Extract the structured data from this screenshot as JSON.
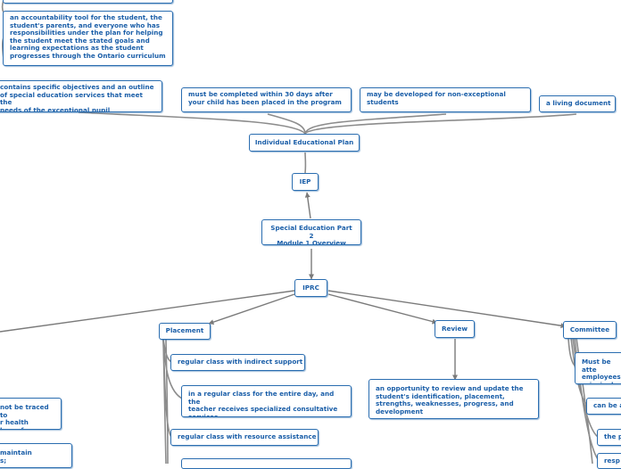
{
  "colors": {
    "node_border": "#2a6db0",
    "node_text": "#1a5ea8",
    "connector": "#8c8c8c",
    "arrow": "#7a7a7a"
  },
  "nodes": {
    "root": "Special Education Part 2\nModule 1 Overview",
    "iep": "IEP",
    "iep_full": "Individual Educational Plan",
    "iprc": "IPRC",
    "placement": "Placement",
    "review": "Review",
    "committee": "Committee",
    "plan_top_cut": "",
    "accountability": "an accountability tool for the student, the\nstudent's parents, and everyone who has\nresponsibilities under the plan for helping\nthe student meet the stated goals and\nlearning expectations as the student\nprogresses through the Ontario curriculum",
    "contains": "contains specific objectives and an outline\nof special education services that meet the\nneeds of the exceptional pupil",
    "within_30": "must be completed within 30 days after\nyour child has been placed in the program",
    "non_exceptional": "may be developed for non-exceptional\nstudents",
    "living": "a living document",
    "indirect": "regular class with indirect support",
    "consultative": "in a regular class for the entire day, and the\nteacher receives specialized consultative\nservices",
    "resource": "regular class with resource assistance",
    "review_desc": "an opportunity to review and update the\nstudent's identification, placement,\nstrengths, weaknesses, progress, and\ndevelopment",
    "committee_attended": "Must be atte\nemployees, \nprincipal or",
    "can_be": "can be a",
    "the_p": "the p",
    "resp": "resp",
    "health_cut": "not be traced to\nr health\nhereof.",
    "maintain_cut": "maintain\ns;"
  }
}
